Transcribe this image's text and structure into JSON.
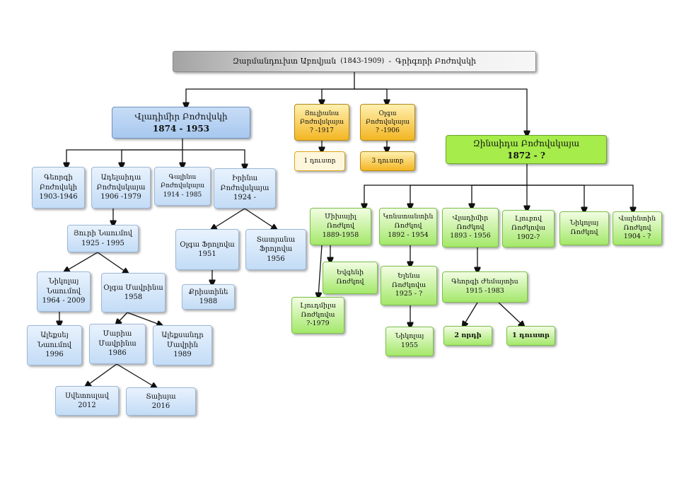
{
  "root": {
    "name": "Զարմանդուխտ Աբովյան",
    "dates": "(1843-1909)",
    "dash": "-",
    "spouse": "Գրիգորի Բոժովսկի"
  },
  "vladimir_b": {
    "name": "Վլադիմիր Բոժովսկի",
    "years": "1874 - 1953"
  },
  "yuliana": {
    "name": "Յուլիանա Բոժովսկայա",
    "years": "? -1917"
  },
  "yuliana_child": {
    "label": "1 դուստր"
  },
  "olga_b": {
    "name": "Օլգա Բոժովսկայա",
    "years": "? -1906"
  },
  "olga_b_child": {
    "label": "3 դուստր"
  },
  "zinaida": {
    "name": "Զինաիդա Բոժովսկայա",
    "years": "1872 - ?"
  },
  "georgi_b": {
    "name": "Գեորգի Բոժովսկի",
    "years": "1903-1946"
  },
  "adelaida": {
    "name": "Ադելաիդա Բոժովսկայա",
    "years": "1906 -1979"
  },
  "galina": {
    "name": "Գալինա Բոժովսկայա",
    "years": "1914 - 1985"
  },
  "irina": {
    "name": "Իրինա Բոժովսկայա",
    "years": "1924 -"
  },
  "yuri": {
    "name": "Յուրի Նաումով",
    "years": "1925 - 1995"
  },
  "olga_f": {
    "name": "Օլգա Ֆրոլովա",
    "years": "1951"
  },
  "tatyana_f": {
    "name": "Տատյանա Ֆրոլովա",
    "years": "1956"
  },
  "kristine": {
    "name": "Քրիստինե",
    "years": "1988"
  },
  "nikolay_n": {
    "name": "Նիկոլայ Նաումով",
    "years": "1964 - 2009"
  },
  "olga_m": {
    "name": "Օլգա Մավրինա",
    "years": "1958"
  },
  "aleksey_n": {
    "name": "Ալեքսեյ Նաումով",
    "years": "1996"
  },
  "mariya_m": {
    "name": "Մարիա Մավրինա",
    "years": "1986"
  },
  "aleksandr_m": {
    "name": "Ալեքսանդր Մավրին",
    "years": "1989"
  },
  "svyatoslav": {
    "name": "Սվետոսլավ",
    "years": "2012"
  },
  "taisiya": {
    "name": "Տաիսյա",
    "years": "2016"
  },
  "mikhail_r": {
    "name": "Միխայիլ Ռոժկով",
    "years": "1889-1958"
  },
  "konstantin_r": {
    "name": "Կոնստանտին Ռոժկով",
    "years": "1892 - 1954"
  },
  "vladimir_r": {
    "name": "Վլադիմիր Ռոժկով",
    "years": "1893 - 1956"
  },
  "lyubov_r": {
    "name": "Լյուբով Ռոժկովա",
    "years": "1902-?"
  },
  "nikolay_r": {
    "name": "Նիկոլայ Ռոժկով",
    "years": ""
  },
  "valentin_r": {
    "name": "Վալենտին Ռոժկով",
    "years": "1904 - ?"
  },
  "evgeni_r": {
    "name": "Եվգենի Ռոժկով",
    "years": ""
  },
  "lyudmila_r": {
    "name": "Լյուդմիլա Ռոժկովա",
    "years": "?-1979"
  },
  "elena_r": {
    "name": "Ելենա Ռոժկովա",
    "years": "1925 - ?"
  },
  "georgi_zh": {
    "name": "Գեորգի Ժեմայտիս",
    "years": "1915 -1983"
  },
  "nikolay_e": {
    "name": "Նիկոլայ",
    "years": "1955"
  },
  "sons_2": {
    "label": "2 որդի"
  },
  "daughter_1": {
    "label": "1 դուստր"
  }
}
